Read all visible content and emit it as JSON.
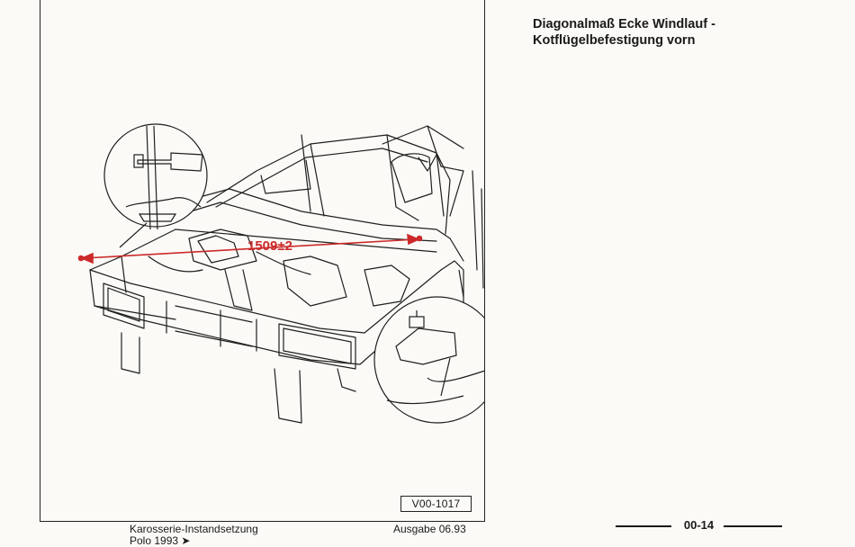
{
  "figure": {
    "dimension_label": "1509±2",
    "figure_id": "V00-1017"
  },
  "section": {
    "heading": "Diagonalmaß Ecke Windlauf - Kotflügelbefestigung vorn"
  },
  "footer": {
    "manual_title": "Karosserie-Instandsetzung",
    "manual_subtitle": "Polo 1993 ➤",
    "edition": "Ausgabe 06.93",
    "page_number": "00-14"
  },
  "colors": {
    "measure_line": "#cc2a2a",
    "ink": "#1a1a1a",
    "paper": "#fbfaf7"
  }
}
